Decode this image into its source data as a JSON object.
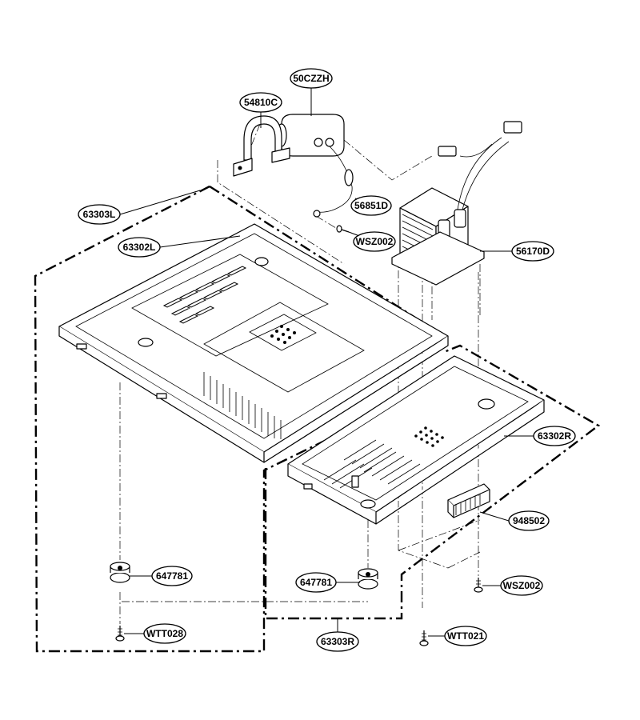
{
  "diagram": {
    "callouts": [
      {
        "id": "50CZZH",
        "label": "50CZZH"
      },
      {
        "id": "54810C",
        "label": "54810C"
      },
      {
        "id": "56851D",
        "label": "56851D"
      },
      {
        "id": "63303L",
        "label": "63303L"
      },
      {
        "id": "63302L",
        "label": "63302L"
      },
      {
        "id": "WSZ002a",
        "label": "WSZ002"
      },
      {
        "id": "56170D",
        "label": "56170D"
      },
      {
        "id": "63302R",
        "label": "63302R"
      },
      {
        "id": "948502",
        "label": "948502"
      },
      {
        "id": "647781a",
        "label": "647781"
      },
      {
        "id": "647781b",
        "label": "647781"
      },
      {
        "id": "WSZ002b",
        "label": "WSZ002"
      },
      {
        "id": "WTT028",
        "label": "WTT028"
      },
      {
        "id": "63303R",
        "label": "63303R"
      },
      {
        "id": "WTT021",
        "label": "WTT021"
      }
    ]
  }
}
